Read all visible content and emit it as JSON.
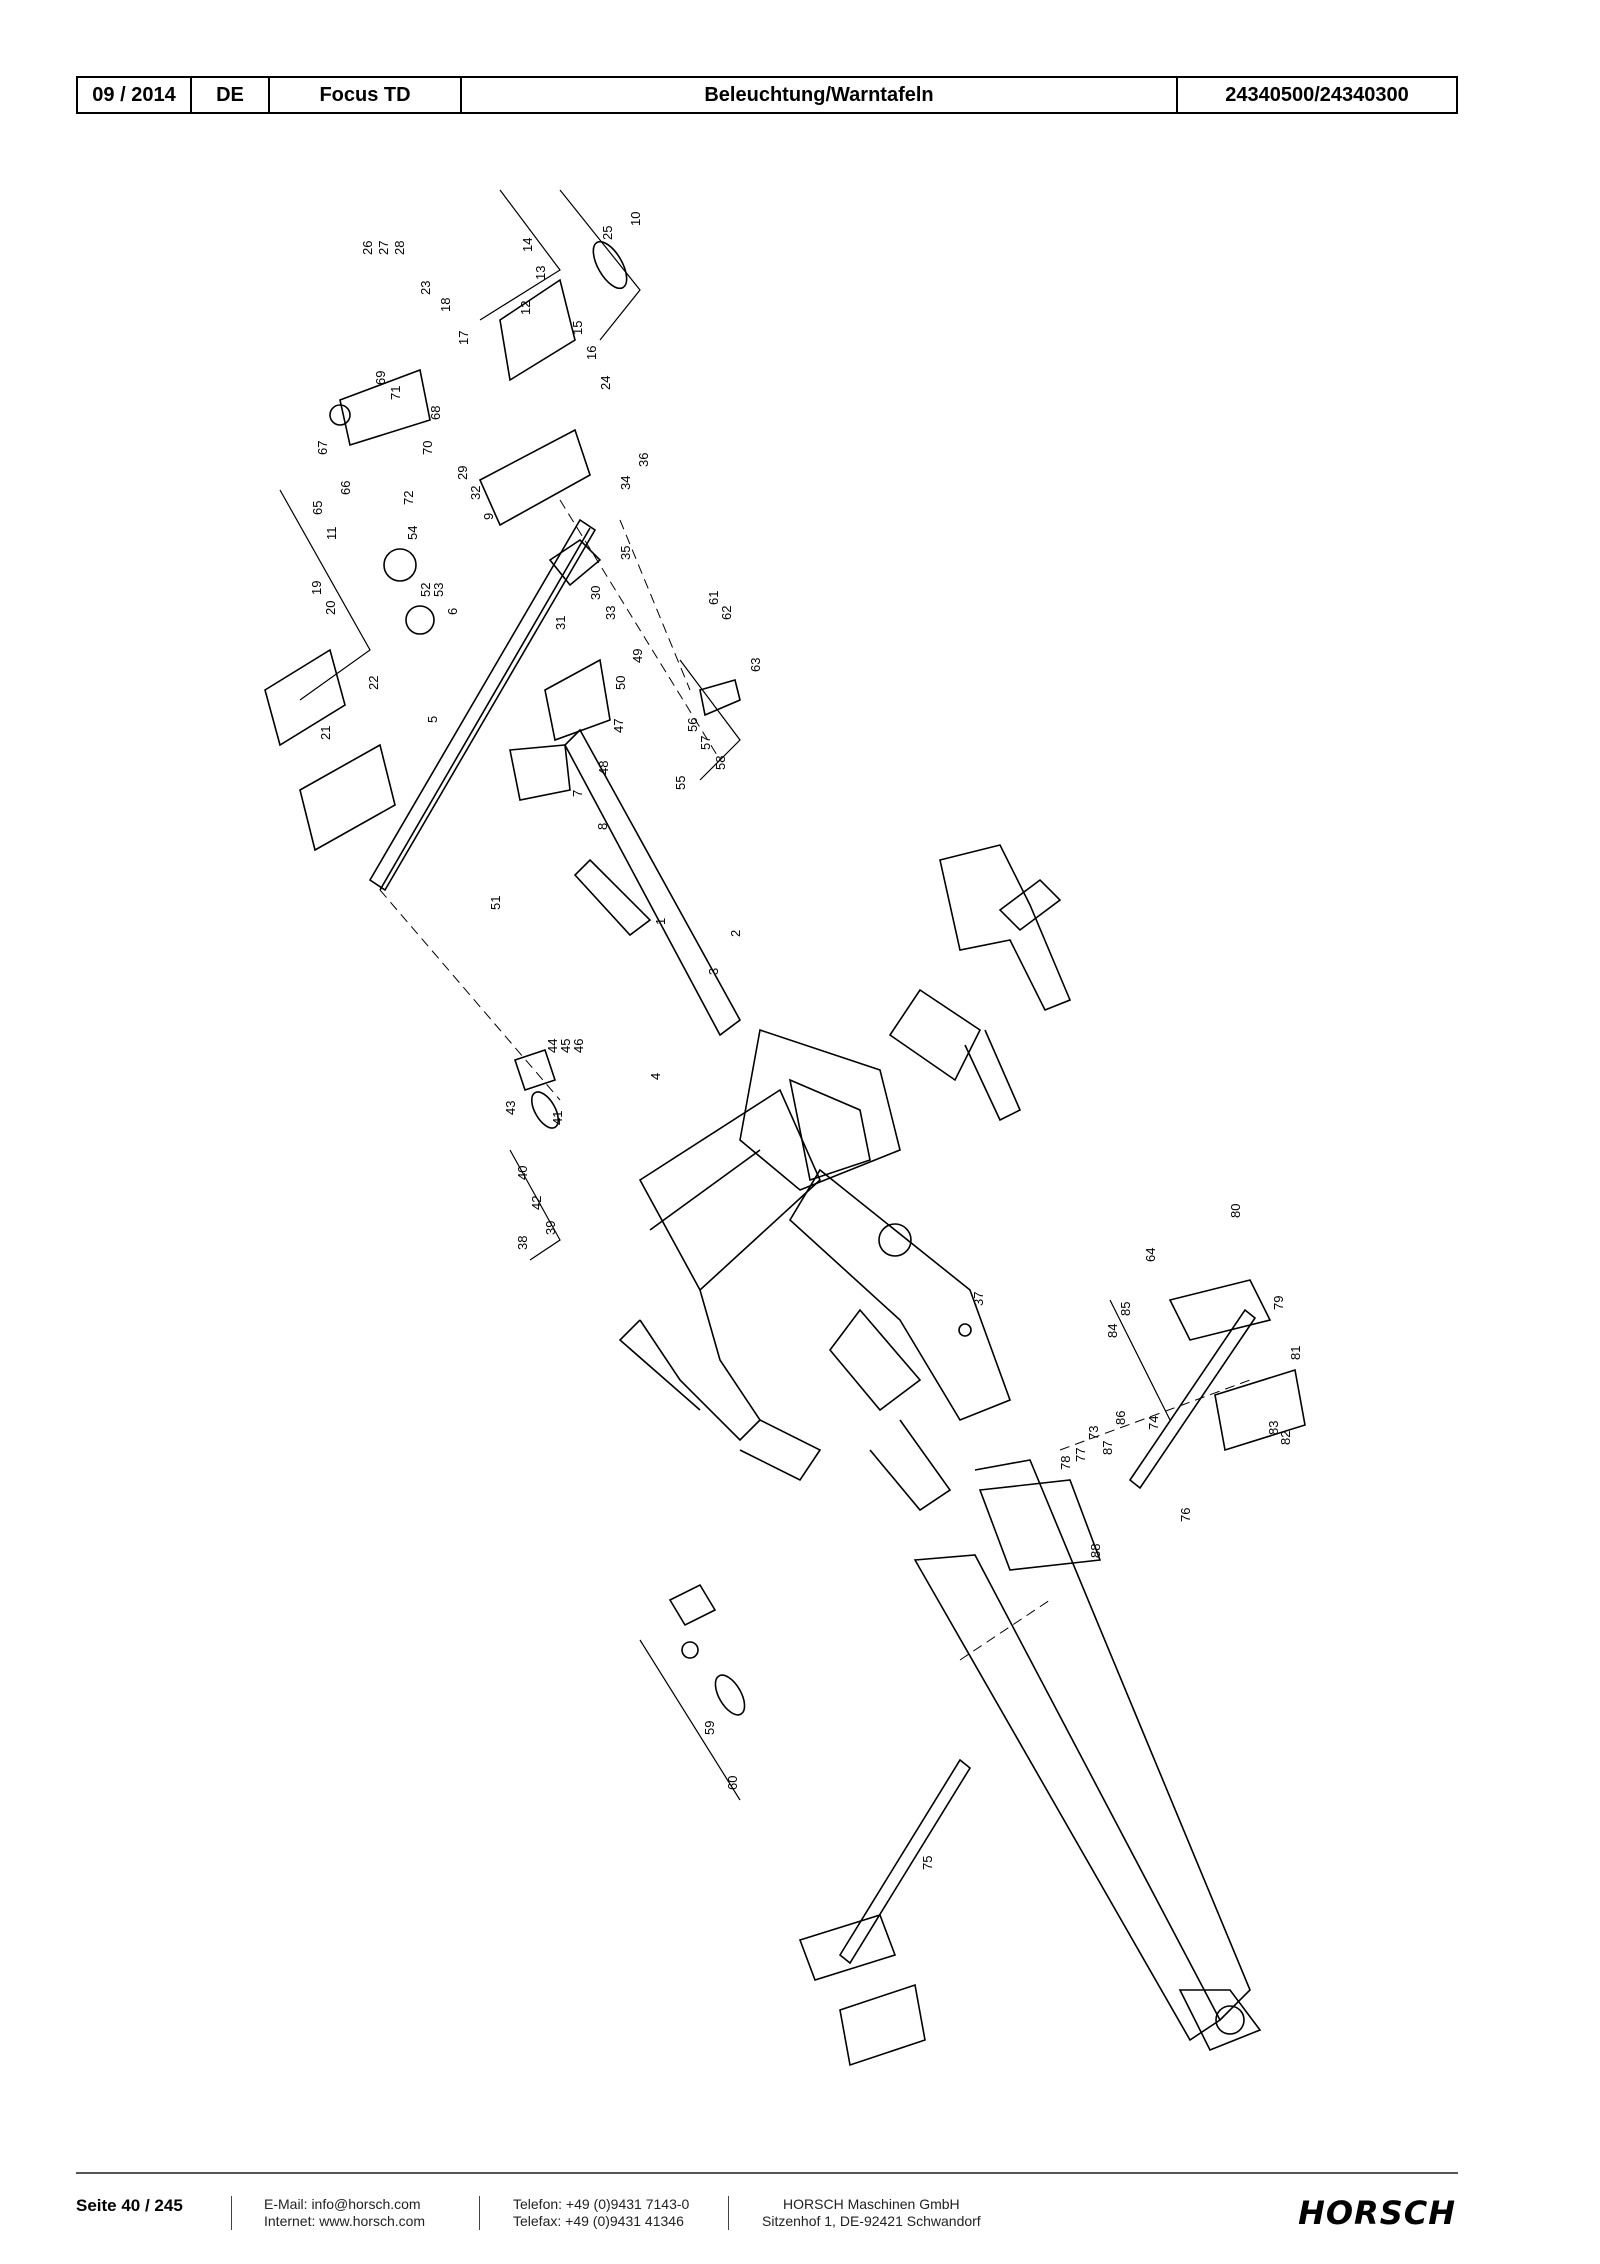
{
  "header": {
    "date": "09 / 2014",
    "language": "DE",
    "model": "Focus TD",
    "section": "Beleuchtung/Warntafeln",
    "part_numbers": "24340500/24340300"
  },
  "callouts": [
    "1",
    "2",
    "3",
    "4",
    "5",
    "6",
    "7",
    "8",
    "9",
    "10",
    "11",
    "12",
    "13",
    "14",
    "15",
    "16",
    "17",
    "18",
    "19",
    "20",
    "21",
    "22",
    "23",
    "24",
    "25",
    "26",
    "27",
    "28",
    "29",
    "30",
    "31",
    "32",
    "33",
    "34",
    "35",
    "36",
    "37",
    "38",
    "39",
    "40",
    "41",
    "42",
    "43",
    "44",
    "45",
    "46",
    "47",
    "48",
    "49",
    "50",
    "51",
    "52",
    "53",
    "54",
    "55",
    "56",
    "57",
    "58",
    "59",
    "60",
    "61",
    "62",
    "63",
    "64",
    "65",
    "66",
    "67",
    "68",
    "69",
    "70",
    "71",
    "72",
    "73",
    "74",
    "75",
    "76",
    "77",
    "78",
    "79",
    "80",
    "81",
    "82",
    "83",
    "84",
    "85",
    "86",
    "87",
    "88"
  ],
  "footer": {
    "page": "Seite 40 / 245",
    "email": "E-Mail: info@horsch.com",
    "internet": "Internet: www.horsch.com",
    "phone": "Telefon: +49 (0)9431 7143-0",
    "fax": "Telefax: +49 (0)9431 41346",
    "company": "HORSCH Maschinen GmbH",
    "address": "Sitzenhof 1, DE-92421 Schwandorf",
    "logo": "HORSCH"
  }
}
